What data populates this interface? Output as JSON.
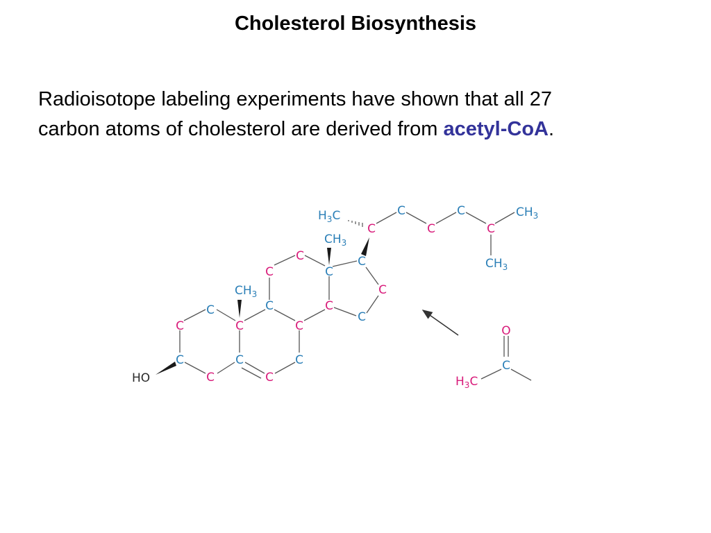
{
  "title": "Cholesterol Biosynthesis",
  "paragraph": {
    "line1": "Radioisotope labeling experiments have shown that all 27",
    "line2_prefix": "carbon atoms of cholesterol are derived from ",
    "highlight": "acetyl-CoA",
    "suffix": "."
  },
  "cholesterol_labels": {
    "c": "C",
    "ch3": "CH",
    "h3c": "H",
    "sub3": "3",
    "ho": "HO"
  },
  "acetyl_labels": {
    "o": "O",
    "c": "C",
    "h3c": "H",
    "sub3": "3"
  },
  "colors": {
    "methyl_carbon": "#d81b7a",
    "carboxyl_carbon": "#2b7fb7",
    "highlight_text": "#33339a"
  }
}
